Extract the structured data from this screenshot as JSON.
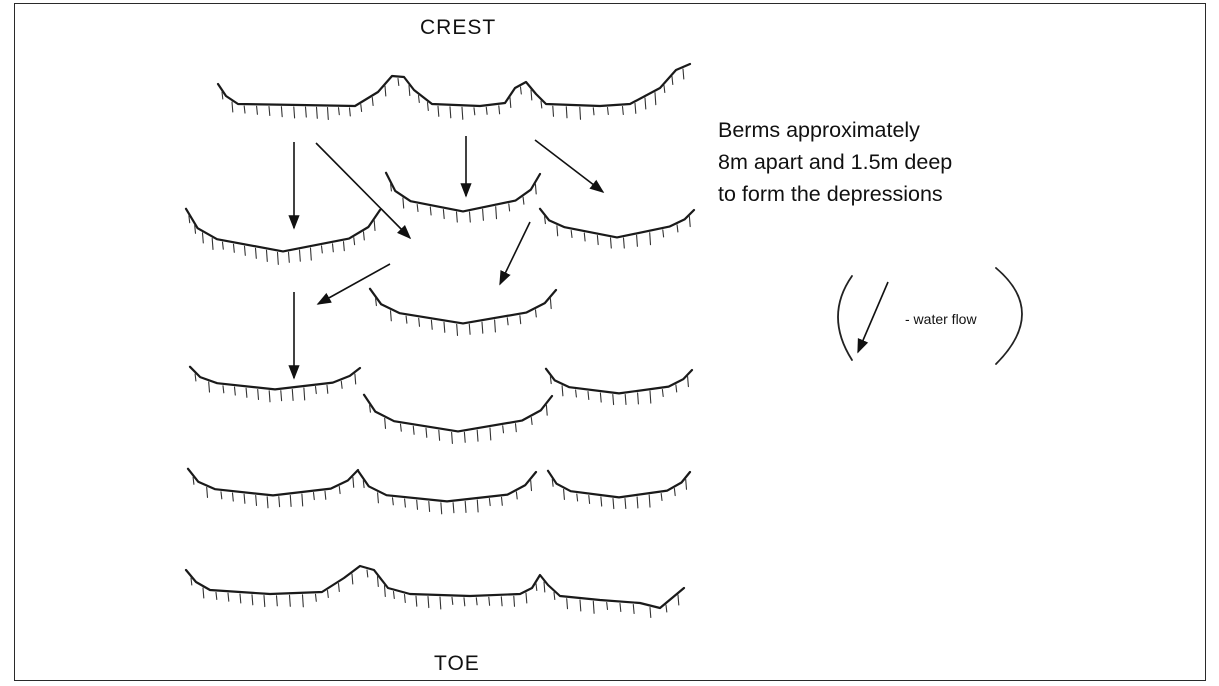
{
  "diagram": {
    "top_label": "CREST",
    "bottom_label": "TOE",
    "description_lines": [
      "Berms approximately",
      "8m apart and 1.5m deep",
      "to form the depressions"
    ],
    "legend": {
      "symbol": "arrow-icon",
      "text": "- water flow"
    }
  }
}
